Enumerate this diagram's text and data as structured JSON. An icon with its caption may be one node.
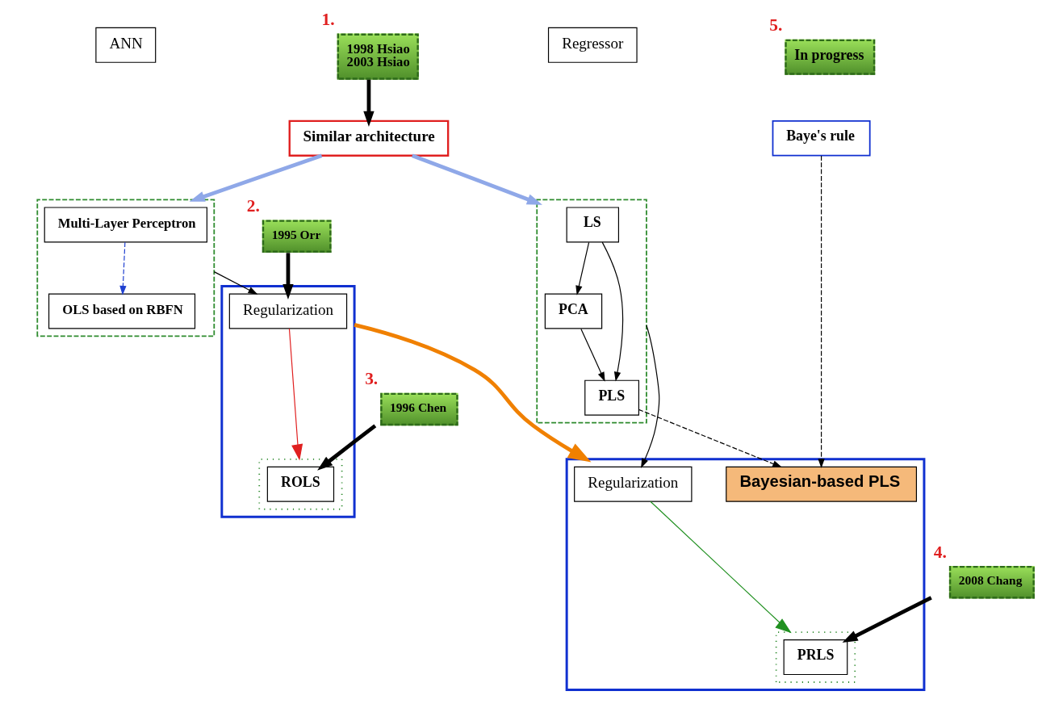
{
  "diagram": {
    "nodes": [
      {
        "text": [
          "ANN"
        ]
      },
      {
        "text": [
          "1998 Hsiao",
          "2003 Hsiao"
        ],
        "beside": [
          "1."
        ]
      },
      {
        "text": [
          "Regressor"
        ]
      },
      {
        "text": [],
        "shape": "box"
      },
      {
        "text": [
          "Multi-Layer Perceptron"
        ],
        "in": 3
      },
      {
        "text": [
          "OLS based on RBFN"
        ],
        "in": 3
      },
      {
        "text": [
          "Similar architecture"
        ]
      },
      {
        "text": [],
        "shape": "box"
      },
      {
        "text": [
          "LS"
        ],
        "in": 7
      },
      {
        "text": [
          "PCA"
        ],
        "in": 7
      },
      {
        "text": [
          "PLS"
        ],
        "in": 7
      },
      {
        "text": [
          "In progress"
        ],
        "beside": [
          "5."
        ]
      },
      {
        "text": [
          "Baye's rule"
        ]
      },
      {
        "text": [],
        "shape": "box"
      },
      {
        "text": [
          "Regularization"
        ],
        "in": 13
      },
      {
        "text": [],
        "shape": "box",
        "in": 13
      },
      {
        "text": [
          "ROLS"
        ],
        "in": 15
      },
      {
        "text": [
          "1995 Orr"
        ],
        "beside": [
          "2."
        ]
      },
      {
        "text": [],
        "shape": "box"
      },
      {
        "text": [
          "Regularization"
        ],
        "in": 18
      },
      {
        "text": [],
        "shape": "box",
        "in": 18
      },
      {
        "text": [
          "PRLS"
        ],
        "in": 20
      },
      {
        "text": [
          "Bayesian-based PLS"
        ],
        "in": 18
      },
      {
        "text": [
          "1996 Chen"
        ],
        "beside": [
          "3."
        ]
      },
      {
        "text": [
          "2008 Chang"
        ],
        "beside": [
          "4."
        ]
      }
    ],
    "edges": [
      {
        "from": 1,
        "to": 6,
        "arrow": "to",
        "style": "thick"
      },
      {
        "from": 6,
        "to": 3,
        "arrow": "to",
        "style": "thick",
        "color": "#8fa8e8"
      },
      {
        "from": 6,
        "to": 7,
        "arrow": "to",
        "style": "thick",
        "color": "#8fa8e8"
      },
      {
        "from": 4,
        "to": 5,
        "arrow": "to",
        "style": "dashed",
        "color": "#2040d0"
      },
      {
        "from": 8,
        "to": 10,
        "arrow": "to"
      },
      {
        "from": 8,
        "to": 9,
        "arrow": "to"
      },
      {
        "from": 9,
        "to": 10,
        "arrow": "to"
      },
      {
        "from": 3,
        "to": 14,
        "arrow": "to"
      },
      {
        "from": 17,
        "to": 14,
        "arrow": "to",
        "style": "thick"
      },
      {
        "from": 14,
        "to": 15,
        "arrow": "to",
        "color": "#e02020"
      },
      {
        "from": 23,
        "to": 16,
        "arrow": "to",
        "style": "thick"
      },
      {
        "from": 13,
        "to": 18,
        "arrow": "to",
        "style": "thick",
        "color": "#f08000"
      },
      {
        "from": 7,
        "to": 19,
        "arrow": "to"
      },
      {
        "from": 10,
        "to": 22,
        "arrow": "to",
        "style": "dashed"
      },
      {
        "from": 12,
        "to": 22,
        "arrow": "to",
        "style": "dashed"
      },
      {
        "from": 19,
        "to": 20,
        "arrow": "to",
        "color": "#209020"
      },
      {
        "from": 24,
        "to": 21,
        "arrow": "to",
        "style": "thick"
      }
    ]
  }
}
